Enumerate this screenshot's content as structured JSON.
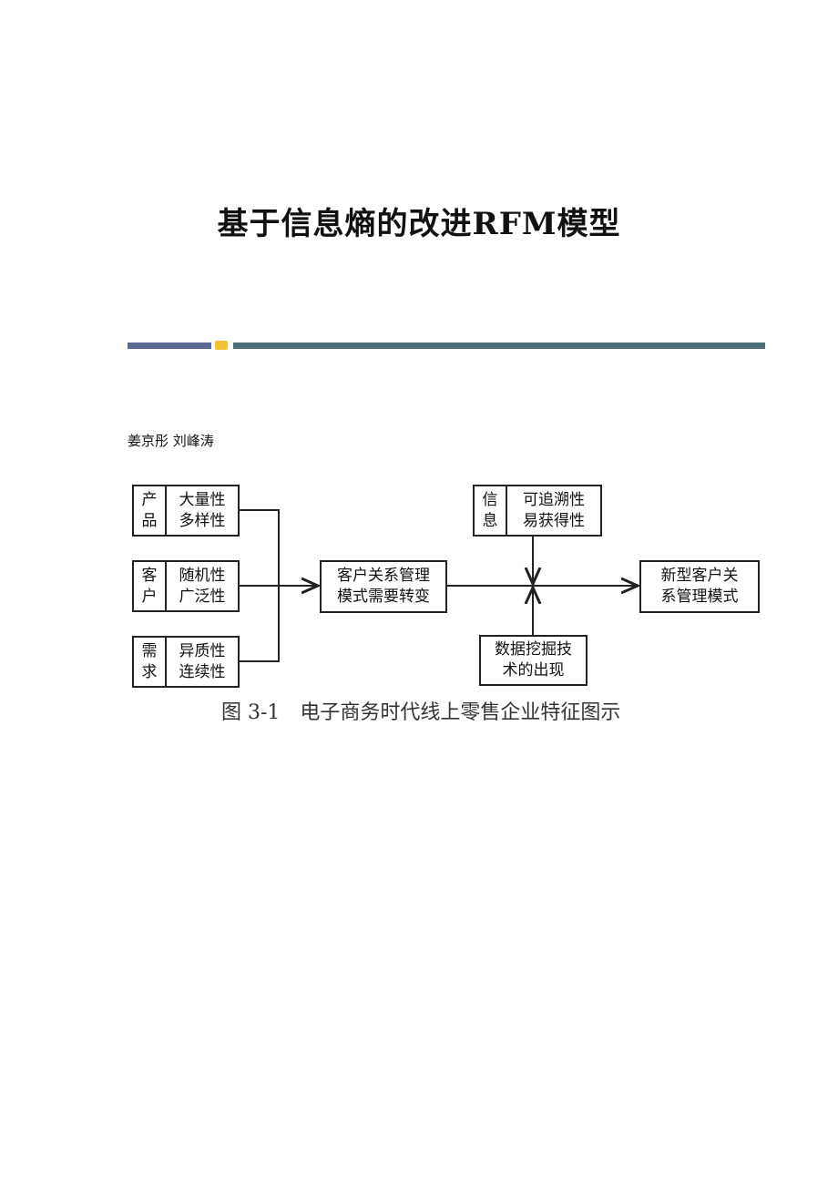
{
  "title": "基于信息熵的改进RFM模型",
  "authors": "姜京彤 刘峰涛",
  "colors": {
    "bar_left": "#5a6994",
    "bar_right": "#4b6d78",
    "bar_icon": "#f2c232"
  },
  "figure": {
    "left_boxes": [
      {
        "label": [
          "产",
          "品"
        ],
        "traits": [
          "大量性",
          "多样性"
        ]
      },
      {
        "label": [
          "客",
          "户"
        ],
        "traits": [
          "随机性",
          "广泛性"
        ]
      },
      {
        "label": [
          "需",
          "求"
        ],
        "traits": [
          "异质性",
          "连续性"
        ]
      }
    ],
    "center_box": [
      "客户关系管理",
      "模式需要转变"
    ],
    "top_box": {
      "label": [
        "信",
        "息"
      ],
      "traits": [
        "可追溯性",
        "易获得性"
      ]
    },
    "bottom_box": [
      "数据挖掘技",
      "术的出现"
    ],
    "result_box": [
      "新型客户关",
      "系管理模式"
    ],
    "caption": "图 3-1　电子商务时代线上零售企业特征图示"
  }
}
